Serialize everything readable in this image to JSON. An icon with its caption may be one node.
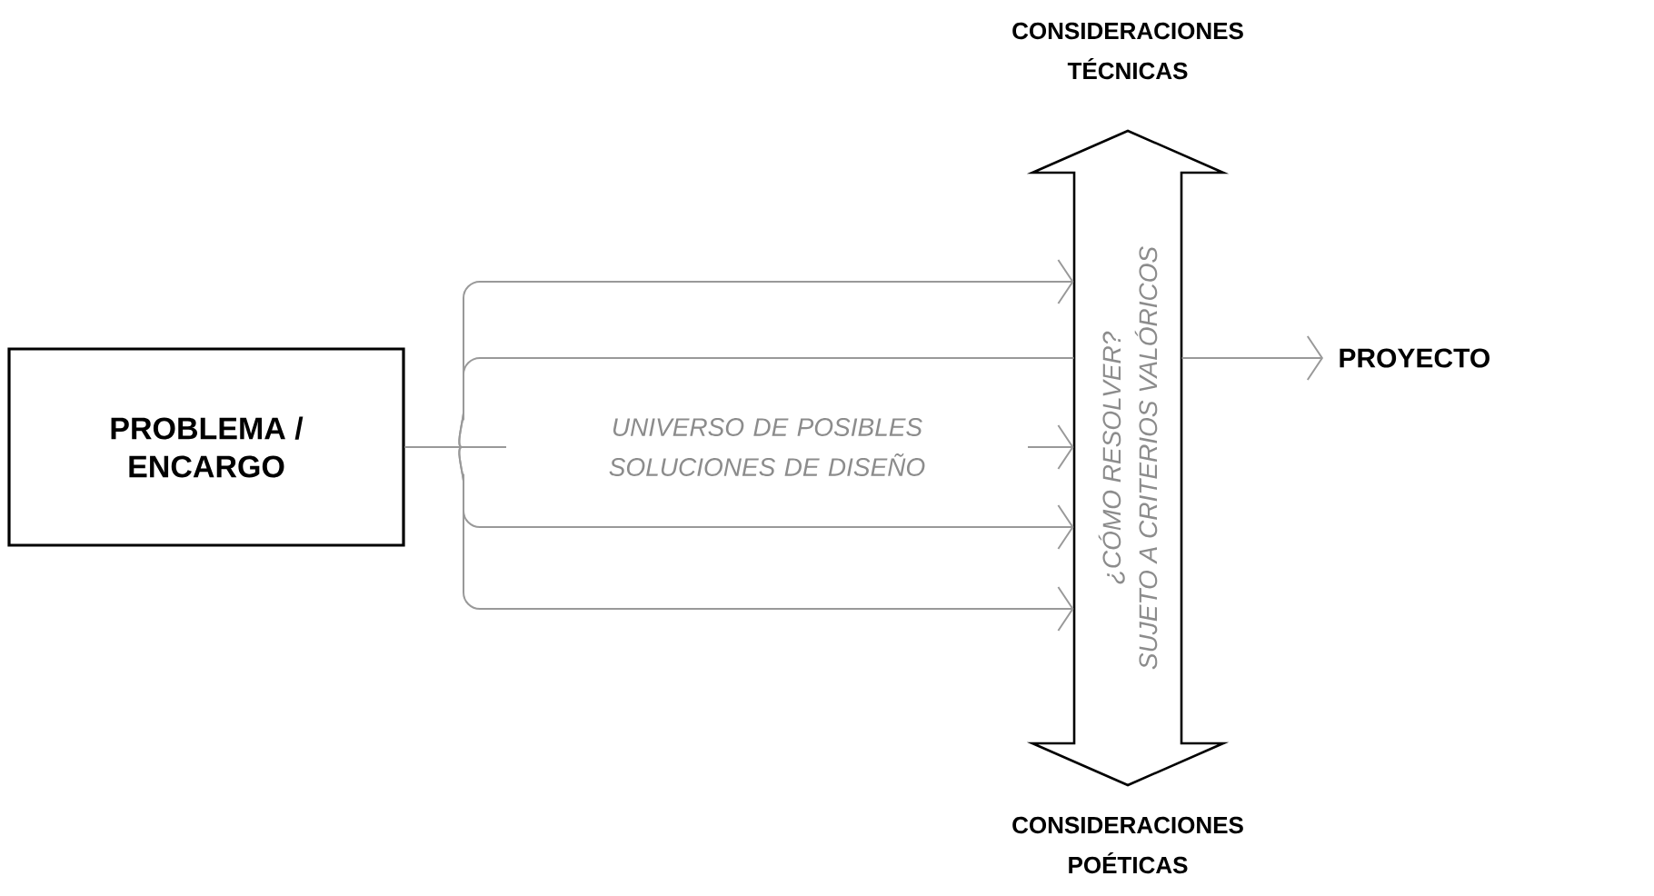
{
  "diagram": {
    "nodes": [
      {
        "text": [
          "PROBLEMA / ENCARGO"
        ]
      },
      {
        "text": [
          "¿CÓMO RESOLVER?",
          "SUJETO A CRITERIOS VALÓRICOS"
        ]
      },
      {
        "text": [
          "PROYECTO"
        ]
      }
    ],
    "edges": [
      {
        "from": 0,
        "to": 1,
        "arrow": "to"
      },
      {
        "from": 0,
        "to": 1,
        "arrow": "none"
      },
      {
        "from": 1,
        "to": 2,
        "arrow": "to"
      },
      {
        "from": 0,
        "to": 1,
        "arrow": "to",
        "label": "UNIVERSO DE POSIBLES SOLUCIONES DE DISEÑO"
      },
      {
        "from": 0,
        "to": 1,
        "arrow": "to"
      },
      {
        "from": 0,
        "to": 1,
        "arrow": "to"
      }
    ],
    "labels": [
      "CONSIDERACIONES TÉCNICAS",
      "CONSIDERACIONES POÉTICAS"
    ]
  }
}
